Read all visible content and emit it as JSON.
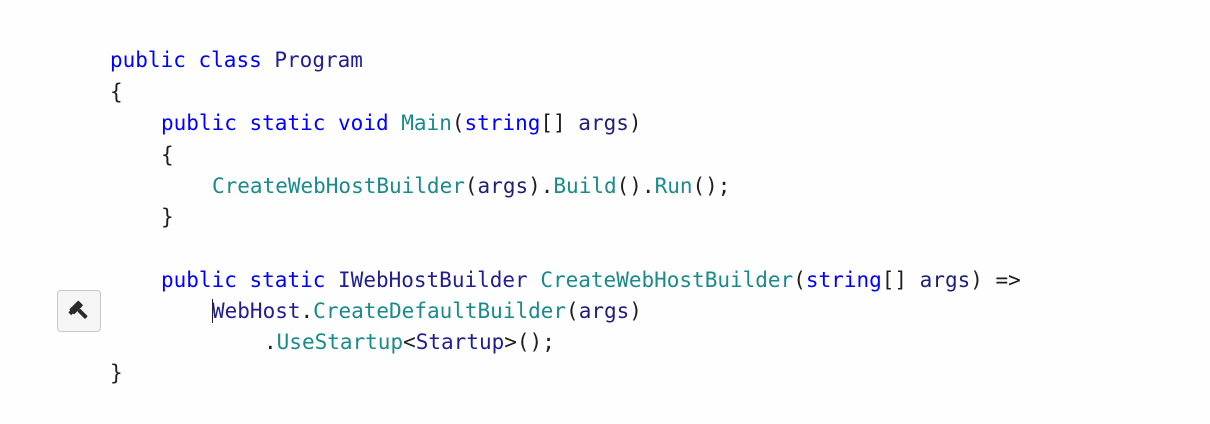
{
  "editor": {
    "lines": [
      {
        "tokens": [
          "public",
          " ",
          "class",
          " ",
          "Program"
        ]
      },
      {
        "tokens": [
          "{"
        ]
      },
      {
        "tokens": [
          "public",
          " ",
          "static",
          " ",
          "void",
          " ",
          "Main",
          "(",
          "string",
          "[] ",
          "args",
          ")"
        ]
      },
      {
        "tokens": [
          "{"
        ]
      },
      {
        "tokens": [
          "CreateWebHostBuilder",
          "(",
          "args",
          ").",
          "Build",
          "().",
          "Run",
          "();"
        ]
      },
      {
        "tokens": [
          "}"
        ]
      },
      {
        "tokens": [
          "public",
          " ",
          "static",
          " ",
          "IWebHostBuilder",
          " ",
          "CreateWebHostBuilder",
          "(",
          "string",
          "[] ",
          "args",
          ") =>"
        ]
      },
      {
        "tokens": [
          "WebHost",
          ".",
          "CreateDefaultBuilder",
          "(",
          "args",
          ")"
        ]
      },
      {
        "tokens": [
          ".",
          "UseStartup",
          "<",
          "Startup",
          ">();"
        ]
      },
      {
        "tokens": [
          "}"
        ]
      }
    ]
  },
  "quick_action": {
    "icon": "hammer-icon"
  }
}
